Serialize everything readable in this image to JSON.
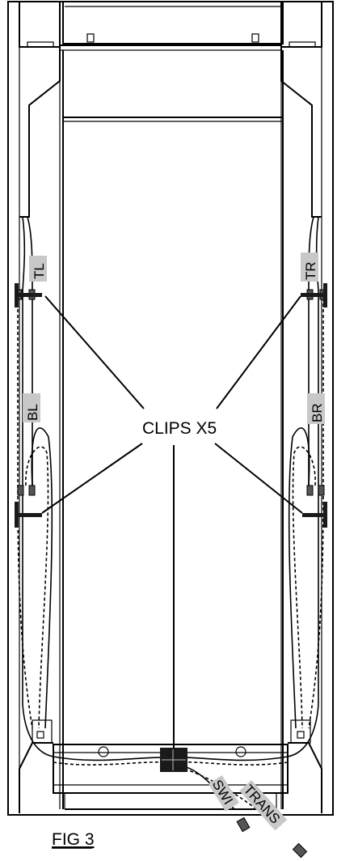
{
  "labels": {
    "tl": "TL",
    "tr": "TR",
    "bl": "BL",
    "br": "BR",
    "callout": "CLIPS X5",
    "swi": "SWI",
    "trans": "TRANS",
    "figure": "FIG 3"
  }
}
